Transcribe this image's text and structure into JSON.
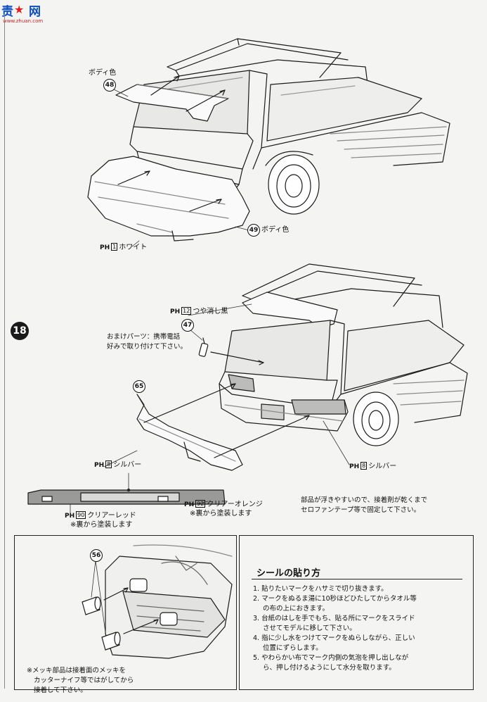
{
  "watermark": {
    "char1": "责",
    "char2": "★",
    "char3": "网",
    "url": "www.zhuan.com"
  },
  "step": "18",
  "top": {
    "part48_num": "48",
    "part48_label": "ボディ色",
    "part49_num": "49",
    "part49_label": "ボディ色",
    "ph1_prefix": "PH",
    "ph1_code": "1",
    "ph1_label": "ホワイト"
  },
  "middle": {
    "ph12_prefix": "PH",
    "ph12_code": "12",
    "ph12_label": "つや消し黒",
    "part47_num": "47",
    "bonus_line1": "おまけパーツ：携帯電話",
    "bonus_line2": "好みで取り付けて下さい。",
    "part65_num": "65",
    "ph8a_prefix": "PH",
    "ph8a_code": "8",
    "ph8a_label": "シルバー",
    "ph8b_prefix": "PH",
    "ph8b_code": "8",
    "ph8b_label": "シルバー",
    "ph90_prefix": "PH",
    "ph90_code": "90",
    "ph90_label": "クリアーレッド",
    "ph90_note": "※裏から塗装します",
    "ph92_prefix": "PH",
    "ph92_code": "92",
    "ph92_label": "クリアーオレンジ",
    "ph92_note": "※裏から塗装します",
    "fix_line1": "部品が浮きやすいので、接着剤が乾くまで",
    "fix_line2": "セロファンテープ等で固定して下さい。"
  },
  "bottom_left": {
    "part56_num": "56",
    "plate_line1": "※メッキ部品は接着面のメッキを",
    "plate_line2": "カッターナイフ等ではがしてから",
    "plate_line3": "接着して下さい。"
  },
  "stickers": {
    "title": "シールの貼り方",
    "s1": "1. 貼りたいマークをハサミで切り抜きます。",
    "s2a": "2. マークをぬるま湯に10秒ほどひたしてからタオル等",
    "s2b": "の布の上におきます。",
    "s3a": "3. 台紙のはしを手でもち、貼る所にマークをスライド",
    "s3b": "させてモデルに移して下さい。",
    "s4a": "4. 指に少し水をつけてマークをぬらしながら、正しい",
    "s4b": "位置にずらします。",
    "s5a": "5. やわらかい布でマーク内側の気泡を押し出しなが",
    "s5b": "ら、押し付けるようにして水分を取ります。"
  }
}
